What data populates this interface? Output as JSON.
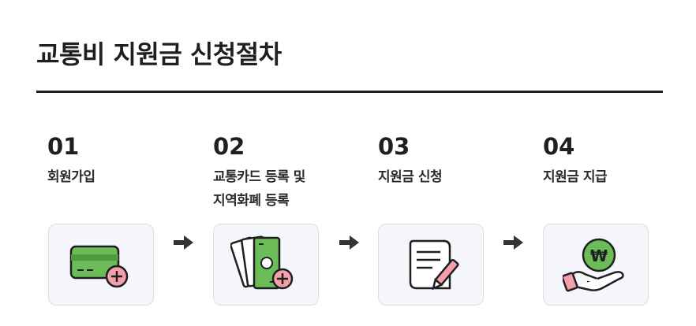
{
  "page": {
    "title": "교통비 지원금 신청절차"
  },
  "steps": [
    {
      "number": "01",
      "label_lines": [
        "회원가입"
      ],
      "icon": "credit-card-plus-icon"
    },
    {
      "number": "02",
      "label_lines": [
        "교통카드 등록 및",
        "지역화폐 등록"
      ],
      "icon": "cash-plus-icon"
    },
    {
      "number": "03",
      "label_lines": [
        "지원금 신청"
      ],
      "icon": "document-pen-icon"
    },
    {
      "number": "04",
      "label_lines": [
        "지원금 지급"
      ],
      "icon": "hand-won-coin-icon"
    }
  ],
  "icons": {
    "won_symbol": "₩"
  },
  "colors": {
    "green": "#6cbd5a",
    "pink_badge": "#f3a0a8",
    "card_bg": "#f5f6fb",
    "card_border": "#dcdee8",
    "text": "#1f1f1f"
  }
}
